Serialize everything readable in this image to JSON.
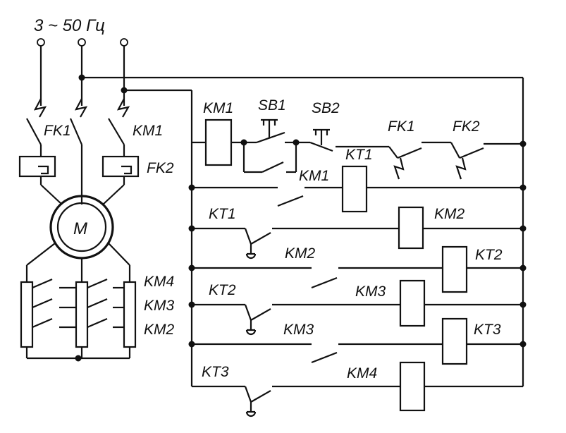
{
  "supply_label": "3 ~ 50 Гц",
  "motor_label": "M",
  "labels": {
    "fk1_left": "FK1",
    "km1_power": "KM1",
    "fk2_power": "FK2",
    "km4_res": "KM4",
    "km3_res": "KM3",
    "km2_res": "KM2",
    "km1_coil": "KM1",
    "sb1": "SB1",
    "sb2": "SB2",
    "fk1_ctrl": "FK1",
    "fk2_ctrl": "FK2",
    "kt1_top": "KT1",
    "km1_contact": "KM1",
    "kt1_left": "KT1",
    "km2_coil": "KM2",
    "km2_contact": "KM2",
    "kt2_coil": "KT2",
    "kt2_left": "KT2",
    "km3_coil": "KM3",
    "km3_contact": "KM3",
    "kt3_coil": "KT3",
    "kt3_left": "KT3",
    "km4_coil": "KM4"
  }
}
